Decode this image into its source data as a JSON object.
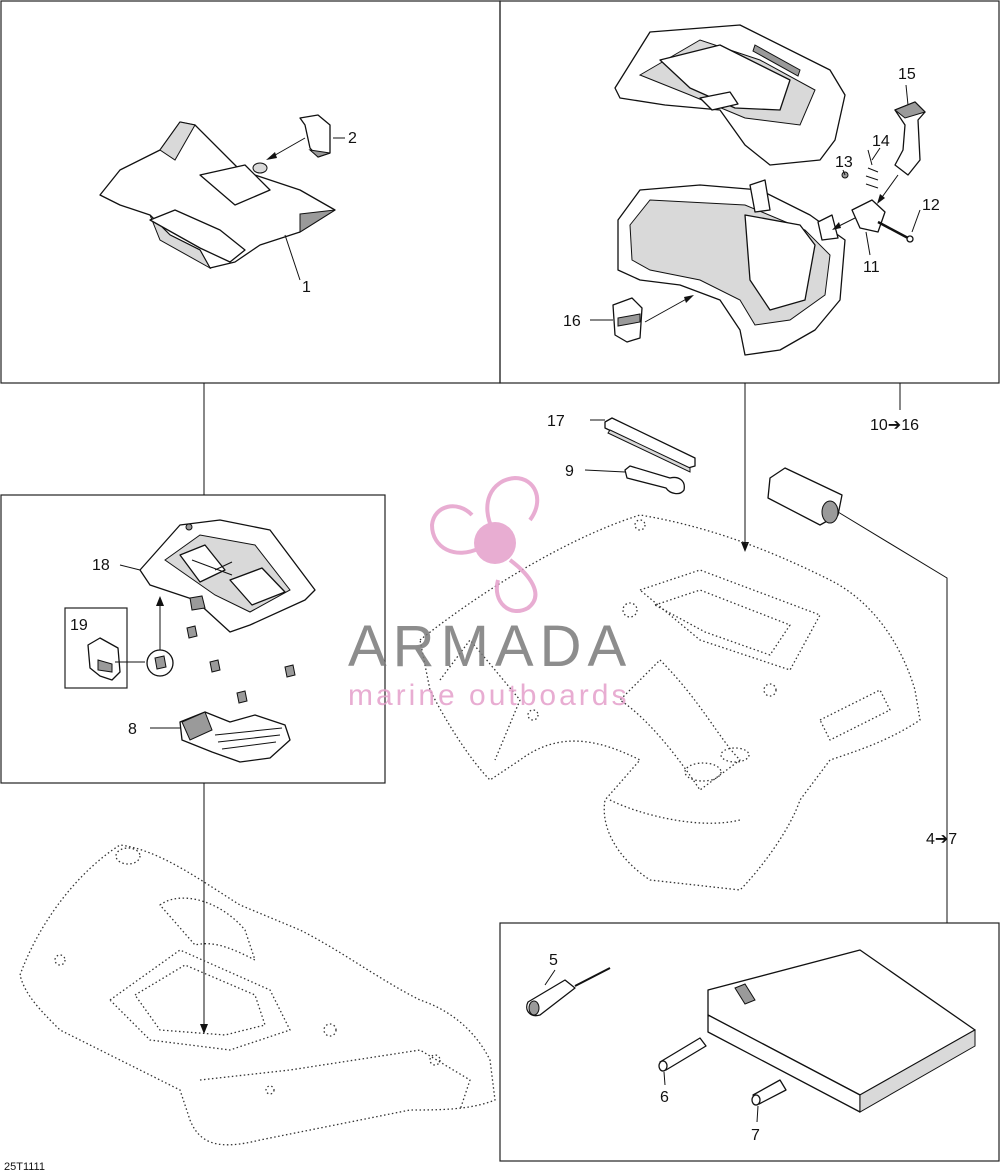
{
  "callouts": {
    "c1": "1",
    "c2": "2",
    "c4_7": "4➔7",
    "c5": "5",
    "c6": "6",
    "c7": "7",
    "c8": "8",
    "c9": "9",
    "c10_16": "10➔16",
    "c11": "11",
    "c12": "12",
    "c13": "13",
    "c14": "14",
    "c15": "15",
    "c16": "16",
    "c17": "17",
    "c18": "18",
    "c19": "19"
  },
  "drawing_code": "25T1111",
  "watermark": {
    "title": "ARMADA",
    "subtitle": "marine outboards",
    "logo_icon": "propeller-icon",
    "brand_color": "#e59fcb",
    "title_color": "#7a7a7a"
  }
}
